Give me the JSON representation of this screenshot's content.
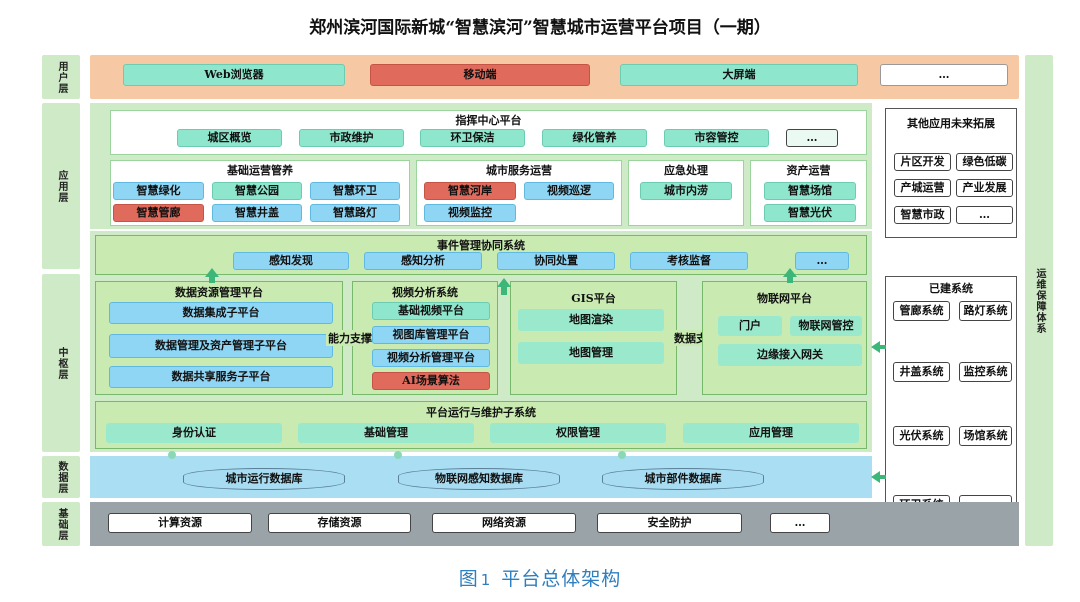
{
  "title": "郑州滨河国际新城“智慧滨河”智慧城市运营平台项目（一期）",
  "caption": {
    "fig": "图",
    "num": "1",
    "text": "平台总体架构"
  },
  "layers": {
    "user": "用户层",
    "app": "应用层",
    "core": "中枢层",
    "data": "数据层",
    "base": "基础层",
    "ops": "运维保障体系"
  },
  "user_layer": [
    "Web浏览器",
    "移动端",
    "大屏端",
    "…"
  ],
  "command_center": {
    "title": "指挥中心平台",
    "items": [
      "城区概览",
      "市政维护",
      "环卫保洁",
      "绿化管养",
      "市容管控",
      "…"
    ]
  },
  "basic_ops": {
    "title": "基础运营管养",
    "items": [
      "智慧绿化",
      "智慧公园",
      "智慧环卫",
      "智慧管廊",
      "智慧井盖",
      "智慧路灯"
    ]
  },
  "city_service": {
    "title": "城市服务运营",
    "items": [
      "智慧河岸",
      "视频巡逻",
      "视频监控"
    ]
  },
  "emergency": {
    "title": "应急处理",
    "items": [
      "城市内涝"
    ]
  },
  "asset_ops": {
    "title": "资产运营",
    "items": [
      "智慧场馆",
      "智慧光伏"
    ]
  },
  "future_apps": {
    "title": "其他应用未来拓展",
    "items": [
      "片区开发",
      "绿色低碳",
      "产城运营",
      "产业发展",
      "智慧市政",
      "…"
    ]
  },
  "event_mgmt": {
    "title": "事件管理协同系统",
    "items": [
      "感知发现",
      "感知分析",
      "协同处置",
      "考核监督",
      "…"
    ]
  },
  "data_resource": {
    "title": "数据资源管理平台",
    "items": [
      "数据集成子平台",
      "数据管理及资产管理子平台",
      "数据共享服务子平台"
    ]
  },
  "video_analysis": {
    "title": "视频分析系统",
    "side_label": "能力支撑",
    "items": [
      "基础视频平台",
      "视图库管理平台",
      "视频分析管理平台",
      "AI场景算法"
    ]
  },
  "gis": {
    "title": "GIS平台",
    "items": [
      "地图渲染",
      "地图管理"
    ]
  },
  "data_support": "数据支撑",
  "iot": {
    "title": "物联网平台",
    "items": [
      "门户",
      "物联网管控",
      "边缘接入网关"
    ]
  },
  "existing_systems": {
    "title": "已建系统",
    "items": [
      "管廊系统",
      "路灯系统",
      "井盖系统",
      "监控系统",
      "光伏系统",
      "场馆系统",
      "环卫系统",
      "…"
    ]
  },
  "platform_ops": {
    "title": "平台运行与维护子系统",
    "items": [
      "身份认证",
      "基础管理",
      "权限管理",
      "应用管理"
    ]
  },
  "databases": [
    "城市运行数据库",
    "物联网感知数据库",
    "城市部件数据库"
  ],
  "base_layer": [
    "计算资源",
    "存储资源",
    "网络资源",
    "安全防护",
    "…"
  ],
  "colors": {
    "green_layer": "#cfeac7",
    "orange_layer": "#f6c9a4",
    "data_layer": "#a9def3",
    "base_layer": "#9aa3a8",
    "caption": "#2e7fc0",
    "teal": "#8ee6cd",
    "red": "#e06b5c",
    "blue": "#8fd5f4"
  }
}
